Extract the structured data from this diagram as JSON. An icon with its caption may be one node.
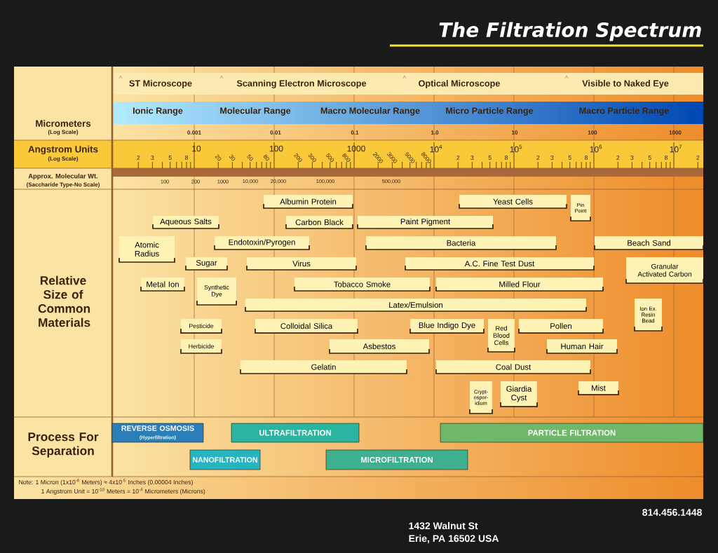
{
  "diagram": {
    "title": "The Filtration Spectrum",
    "nodes": [
      {
        "text": [
          "Albumin Protein"
        ]
      },
      {
        "text": [
          "Yeast Cells"
        ]
      },
      {
        "text": [
          "Pin Point"
        ]
      },
      {
        "text": [
          "Aqueous Salts"
        ]
      },
      {
        "text": [
          "Carbon Black"
        ]
      },
      {
        "text": [
          "Paint Pigment"
        ]
      },
      {
        "text": [
          "Atomic Radius"
        ]
      },
      {
        "text": [
          "Endotoxin/Pyrogen"
        ]
      },
      {
        "text": [
          "Bacteria"
        ]
      },
      {
        "text": [
          "Beach Sand"
        ]
      },
      {
        "text": [
          "Sugar"
        ]
      },
      {
        "text": [
          "Virus"
        ]
      },
      {
        "text": [
          "A.C. Fine Test Dust"
        ]
      },
      {
        "text": [
          "Granular Activated Carbon"
        ]
      },
      {
        "text": [
          "Metal Ion"
        ]
      },
      {
        "text": [
          "Synthetic Dye"
        ]
      },
      {
        "text": [
          "Tobacco Smoke"
        ]
      },
      {
        "text": [
          "Milled Flour"
        ]
      },
      {
        "text": [
          "Latex/Emulsion"
        ]
      },
      {
        "text": [
          "Ion Ex. Resin Bead"
        ]
      },
      {
        "text": [
          "Pesticide"
        ]
      },
      {
        "text": [
          "Colloidal Silica"
        ]
      },
      {
        "text": [
          "Blue Indigo Dye"
        ]
      },
      {
        "text": [
          "Red Blood Cells"
        ]
      },
      {
        "text": [
          "Pollen"
        ]
      },
      {
        "text": [
          "Herbicide"
        ]
      },
      {
        "text": [
          "Asbestos"
        ]
      },
      {
        "text": [
          "Human Hair"
        ]
      },
      {
        "text": [
          "Gelatin"
        ]
      },
      {
        "text": [
          "Coal Dust"
        ]
      },
      {
        "text": [
          "Crypt- ospor- idium"
        ]
      },
      {
        "text": [
          "Giardia Cyst"
        ]
      },
      {
        "text": [
          "Mist"
        ]
      },
      {
        "text": [
          "REVERSE OSMOSIS",
          "(Hyperfiltration)"
        ]
      },
      {
        "text": [
          "ULTRAFILTRATION"
        ]
      },
      {
        "text": [
          "PARTICLE FILTRATION"
        ]
      },
      {
        "text": [
          "NANOFILTRATION"
        ]
      },
      {
        "text": [
          "MICROFILTRATION"
        ]
      }
    ],
    "labels": [
      "ST Microscope",
      "Scanning Electron Microscope",
      "Optical Microscope",
      "Visible to Naked Eye",
      "Ionic Range",
      "Molecular Range",
      "Macro Molecular Range",
      "Micro Particle Range",
      "Macro Particle Range",
      "Micrometers",
      "(Log Scale)",
      "0.001",
      "0.01",
      "0.1",
      "1.0",
      "10",
      "100",
      "1000",
      "Angstrom Units",
      "(Log Scale)",
      "10",
      "100",
      "1000",
      "10$^{4}$",
      "10$^{5}$",
      "10$^{6}$",
      "10$^{7}$",
      "2",
      "3",
      "5",
      "8",
      "20",
      "30",
      "50",
      "80",
      "200",
      "300",
      "500",
      "800",
      "2000",
      "3000",
      "5000",
      "8000",
      "2",
      "3",
      "5",
      "8",
      "2",
      "3",
      "5",
      "8",
      "2",
      "3",
      "5",
      "8",
      "2",
      "Approx. Molecular Wt.",
      "(Saccharide Type-No Scale)",
      "100",
      "200",
      "1000",
      "10,000",
      "20,000",
      "100,000",
      "500,000",
      "Relative Size of Common Materials",
      "Process For Separation",
      "Note: 1 Micron (1x10$^{-6}$ Meters) ≈ 4x10$^{-5}$ Inches (0.00004 Inches)",
      "1 Angstrom Unit = 10$^{-10}$ Meters = 10$^{-4}$ Micrometers (Microns)",
      "1432 Walnut St",
      "Erie, PA 16502 USA",
      "814.456.1448"
    ]
  }
}
